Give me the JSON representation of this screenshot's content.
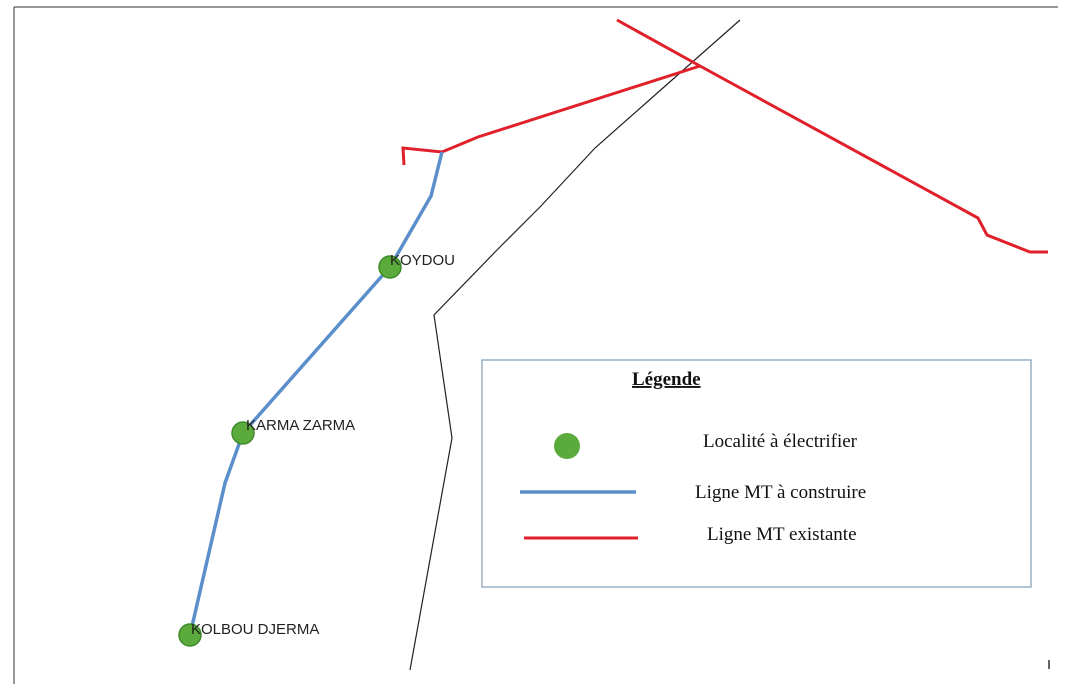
{
  "colors": {
    "built_line": "#5b8fcc",
    "existing_line": "#e0202a",
    "locality": "#5aab3c",
    "locality_stroke": "#3f8a2a",
    "boundary": "#222222",
    "legend_border": "#7f9bb5"
  },
  "localities": [
    {
      "name": "KOYDOU"
    },
    {
      "name": "KARMA ZARMA"
    },
    {
      "name": "KOLBOU DJERMA"
    }
  ],
  "legend": {
    "title": "Légende",
    "items": [
      {
        "symbol": "locality-dot-icon",
        "label": "Localité à électrifier"
      },
      {
        "symbol": "blue-line-icon",
        "label": "Ligne MT à construire"
      },
      {
        "symbol": "red-line-icon",
        "label": "Ligne MT existante"
      }
    ]
  }
}
